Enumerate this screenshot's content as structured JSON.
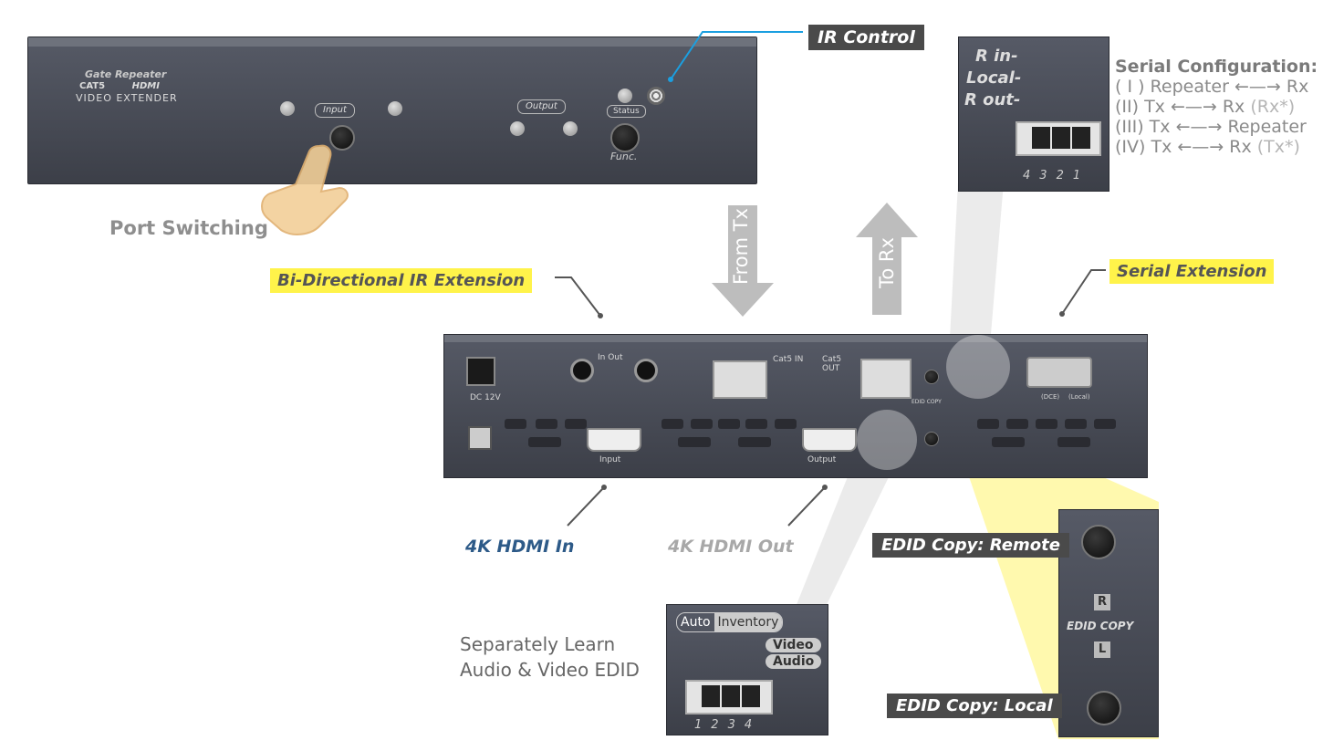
{
  "front_panel": {
    "brand": "Gate Repeater",
    "cat5": "CAT5",
    "hdmi": "HDMI",
    "product": "VIDEO EXTENDER",
    "input_label": "Input",
    "output_label": "Output",
    "status_label": "Status",
    "func_label": "Func."
  },
  "callouts": {
    "ir_control": "IR Control",
    "port_switching": "Port Switching",
    "bi_ir": "Bi-Directional IR Extension",
    "serial_ext": "Serial Extension",
    "from_tx": "From Tx",
    "to_rx": "To Rx",
    "hdmi_in": "4K HDMI In",
    "hdmi_out": "4K HDMI Out",
    "edid_remote": "EDID Copy: Remote",
    "edid_local": "EDID Copy: Local",
    "learn_line1": "Separately Learn",
    "learn_line2": "Audio & Video EDID"
  },
  "rear_panel": {
    "dc": "DC 12V",
    "inout": "In Out",
    "cat5_in": "Cat5 IN",
    "cat5_out": "Cat5 OUT",
    "hdmi_input": "Input",
    "hdmi_output": "Output",
    "edid_copy": "EDID COPY",
    "dce": "(DCE)",
    "local": "(Local)"
  },
  "serial_inset": {
    "r_in": "R in-",
    "local": "Local-",
    "r_out": "R out-",
    "dip_numbers": [
      "4",
      "3",
      "2",
      "1"
    ]
  },
  "serial_config": {
    "title": "Serial Configuration:",
    "lines": [
      {
        "mode": "( I ) Repeater",
        "arrow": "←—→",
        "target": "Rx",
        "note": ""
      },
      {
        "mode": "(II) Tx",
        "arrow": "←—→",
        "target": "Rx",
        "note": "(Rx*)"
      },
      {
        "mode": "(III) Tx",
        "arrow": "←—→",
        "target": "Repeater",
        "note": ""
      },
      {
        "mode": "(IV) Tx",
        "arrow": "←—→",
        "target": "Rx",
        "note": "(Tx*)"
      }
    ]
  },
  "edid_inset": {
    "auto": "Auto",
    "inventory": "Inventory",
    "video": "Video",
    "audio": "Audio",
    "dip_numbers": [
      "1",
      "2",
      "3",
      "4"
    ]
  },
  "edid_copy_inset": {
    "r": "R",
    "label": "EDID COPY",
    "l": "L"
  },
  "colors": {
    "panel": "#474a55",
    "highlight_yellow": "#fff34a",
    "hdmi_in_blue": "#2d5a88",
    "callout_blue": "#1b9fe0"
  },
  "icons": [
    "hand-pointer-icon",
    "ir-sensor-icon",
    "arrow-down-icon",
    "arrow-up-icon"
  ]
}
